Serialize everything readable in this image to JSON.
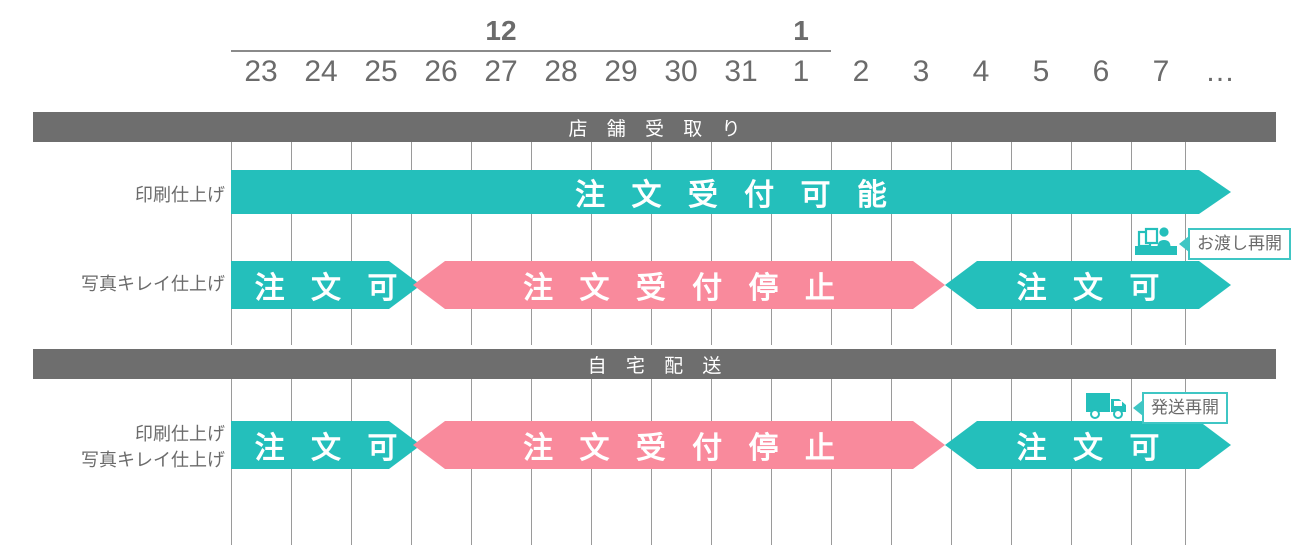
{
  "axis": {
    "months": [
      {
        "label": "12",
        "col_start": 0,
        "col_span": 9
      },
      {
        "label": "1",
        "col_start": 9,
        "col_span": 7
      }
    ],
    "days": [
      "23",
      "24",
      "25",
      "26",
      "27",
      "28",
      "29",
      "30",
      "31",
      "1",
      "2",
      "3",
      "4",
      "5",
      "6",
      "7",
      "…"
    ]
  },
  "colors": {
    "teal": "#24bfbb",
    "teal_light": "#3fc6c4",
    "pink": "#f98a9c",
    "gray_bar": "#6e6e6e",
    "gridline": "#9a9a9a",
    "text": "#6b6b6b"
  },
  "sections": [
    {
      "title": "店 舗 受 取 り",
      "rows": [
        {
          "label": "印刷仕上げ",
          "label_line2": "",
          "bars": [
            {
              "text": "注 文 受 付 可 能",
              "status": "open",
              "color": "teal",
              "start_col": 0,
              "end_col": 16.6,
              "head": "arrow",
              "tail": "flat"
            }
          ]
        },
        {
          "label": "写真キレイ仕上げ",
          "label_line2": "",
          "bars": [
            {
              "text": "注 文 可",
              "status": "open",
              "color": "teal",
              "start_col": 0,
              "end_col": 3.0,
              "head": "arrow",
              "tail": "flat"
            },
            {
              "text": "注 文 受 付 停 止",
              "status": "closed",
              "color": "pink",
              "start_col": 3.0,
              "end_col": 11.8,
              "head": "arrow",
              "tail": "notch"
            },
            {
              "text": "注 文 可",
              "status": "open",
              "color": "teal",
              "start_col": 11.8,
              "end_col": 16.6,
              "head": "arrow",
              "tail": "notch"
            }
          ],
          "callout": {
            "text": "お渡し再開",
            "icon": "store-pickup-person-icon",
            "col": 15.3
          }
        }
      ]
    },
    {
      "title": "自 宅 配 送",
      "rows": [
        {
          "label": "印刷仕上げ",
          "label_line2": "写真キレイ仕上げ",
          "bars": [
            {
              "text": "注 文 可",
              "status": "open",
              "color": "teal",
              "start_col": 0,
              "end_col": 3.0,
              "head": "arrow",
              "tail": "flat"
            },
            {
              "text": "注 文 受 付 停 止",
              "status": "closed",
              "color": "pink",
              "start_col": 3.0,
              "end_col": 11.8,
              "head": "arrow",
              "tail": "notch"
            },
            {
              "text": "注 文 可",
              "status": "open",
              "color": "teal",
              "start_col": 11.8,
              "end_col": 16.6,
              "head": "arrow",
              "tail": "notch"
            }
          ],
          "callout": {
            "text": "発送再開",
            "icon": "delivery-truck-icon",
            "col": 14.4
          }
        }
      ]
    }
  ]
}
